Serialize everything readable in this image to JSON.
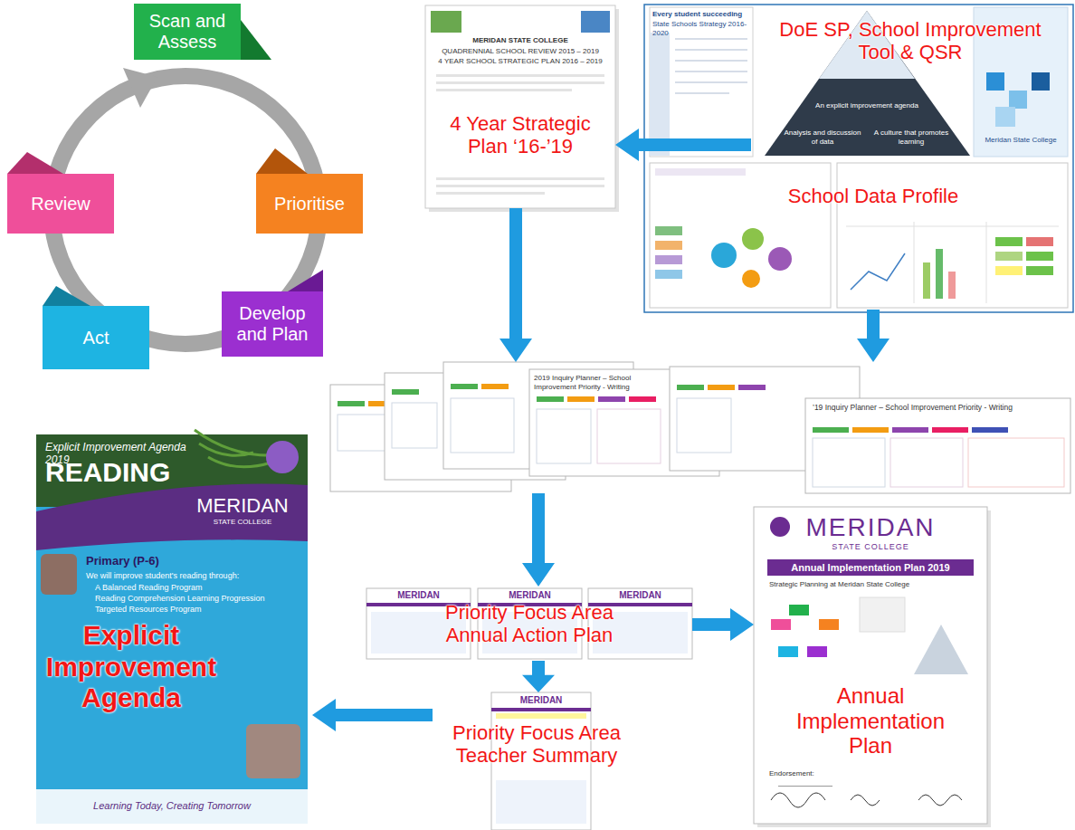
{
  "diagram": {
    "nodes": [
      {
        "text": [
          "Scan and Assess"
        ]
      },
      {
        "text": [
          "4 Year Strategic Plan ‘16-’19"
        ]
      },
      {
        "text": [
          "DoE SP, School Improvement Tool & QSR"
        ]
      },
      {
        "text": [
          "Review"
        ]
      },
      {
        "text": [
          "Prioritise"
        ]
      },
      {
        "text": [
          "School Data Profile"
        ]
      },
      {
        "text": [
          "Act"
        ]
      },
      {
        "text": [
          "Develop and Plan"
        ]
      },
      {
        "text": [
          "’19 Inquiry Planner – School Improvement Priority - Writing"
        ]
      },
      {
        "text": [
          "Explicit Improvement Agenda"
        ]
      },
      {
        "text": [
          "Priority Focus Area Annual Action Plan"
        ]
      },
      {
        "text": [
          "Annual Implementation Plan"
        ]
      },
      {
        "text": [
          "Priority Focus Area Teacher Summary"
        ]
      }
    ],
    "edges": [
      {
        "from": 2,
        "to": 1,
        "arrow": "to"
      },
      {
        "from": 1,
        "to": 8,
        "arrow": "to"
      },
      {
        "from": 5,
        "to": 8,
        "arrow": "to"
      },
      {
        "from": 8,
        "to": 10,
        "arrow": "to"
      },
      {
        "from": 10,
        "to": 11,
        "arrow": "to"
      },
      {
        "from": 10,
        "to": 12,
        "arrow": "to"
      },
      {
        "from": 12,
        "to": 9,
        "arrow": "to"
      }
    ],
    "labels": [
      "Every student succeeding",
      "State Schools Strategy 2016-2020",
      "An explicit improvement agenda",
      "Analysis and discussion of data",
      "A culture that promotes learning",
      "Meridan State College",
      "MERIDAN STATE COLLEGE",
      "QUADRENNIAL SCHOOL REVIEW 2015 – 2019",
      "4 YEAR SCHOOL STRATEGIC PLAN 2016 – 2019",
      "2019 Inquiry Planner – School Improvement Priority - Writing",
      "Explicit Improvement Agenda 2019",
      "READING",
      "MERIDAN",
      "STATE COLLEGE",
      "Primary (P-6)",
      "We will improve student's reading through:",
      "A Balanced Reading Program",
      "Reading Comprehension Learning Progression",
      "Targeted Resources Program",
      "Learning Today, Creating Tomorrow",
      "MERIDAN",
      "MERIDAN",
      "MERIDAN",
      "MERIDAN",
      "MERIDAN",
      "STATE COLLEGE",
      "Annual Implementation Plan 2019",
      "Strategic Planning at Meridan State College",
      "Endorsement:"
    ]
  }
}
